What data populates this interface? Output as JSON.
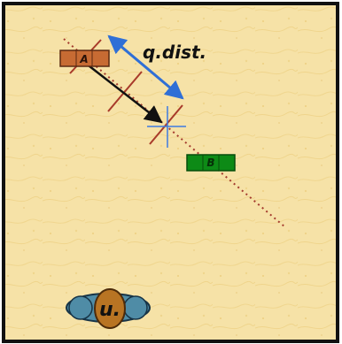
{
  "diagram": {
    "distance_label": "q.dist.",
    "agents": [
      {
        "label": "A",
        "color": "#c76b33"
      },
      {
        "label": "B",
        "color": "#0d8a16"
      }
    ],
    "user_label": "u.",
    "colors": {
      "background": "#f6e2a7",
      "frame": "#111111",
      "trajectory": "#a43b2e",
      "interval_marks": "#a83a2a",
      "distance_arrow": "#2f6fd6",
      "movement_arrow": "#111111",
      "target_cross": "#3f7be0",
      "user_body": "#4f8ca6",
      "user_head": "#b87423"
    },
    "icons": {
      "target": "crosshair-icon",
      "user": "user-topdown-icon"
    }
  }
}
